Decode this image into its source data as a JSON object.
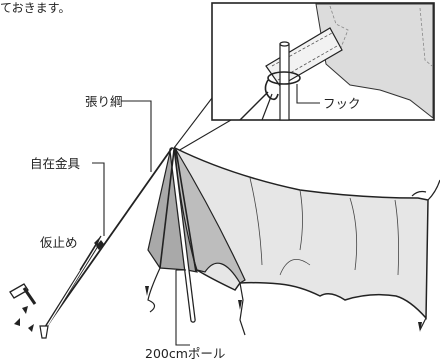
{
  "top_text_fragment": "ておきます。",
  "labels": {
    "guy_rope": "張り綱",
    "tensioner": "自在金具",
    "temporary_stop": "仮止め",
    "hook": "フック",
    "pole": "200cmポール"
  }
}
